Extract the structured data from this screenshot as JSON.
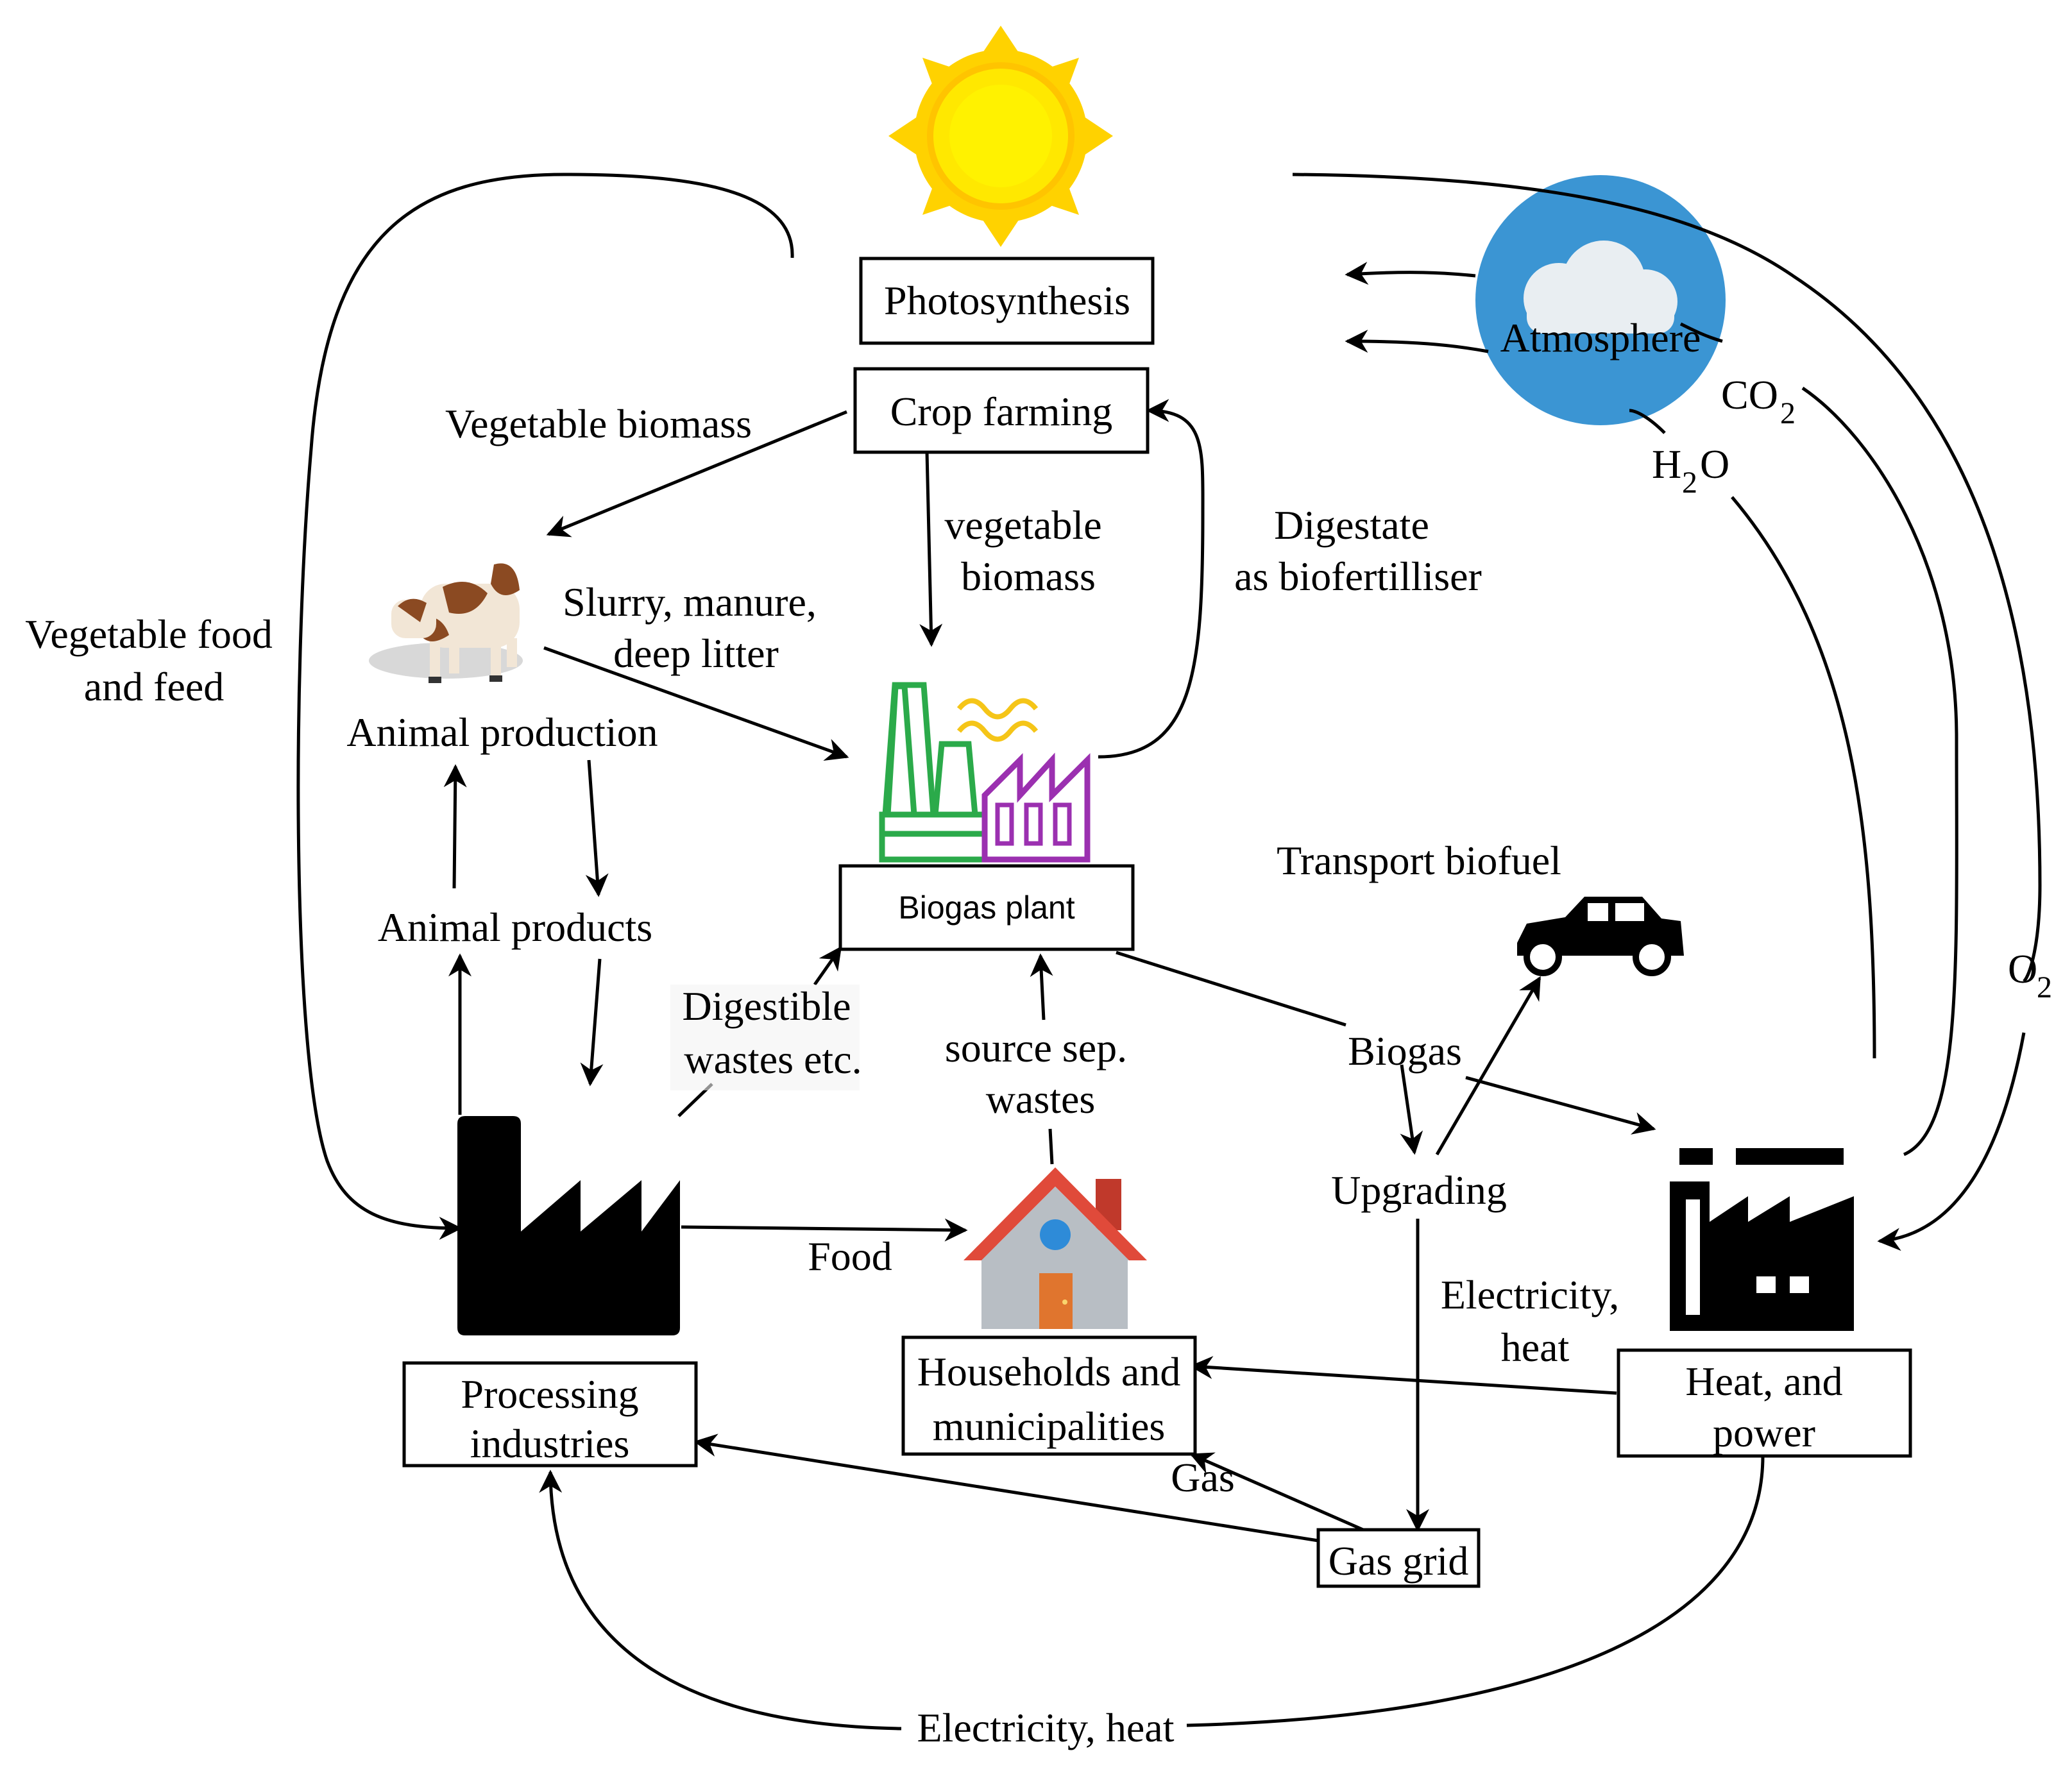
{
  "nodes": {
    "photosynthesis": "Photosynthesis",
    "crop_farming": "Crop farming",
    "animal_production": "Animal production",
    "animal_products": "Animal products",
    "biogas_plant": "Biogas plant",
    "processing_industries": [
      "Processing",
      "industries"
    ],
    "households": [
      "Households and",
      "municipalities"
    ],
    "gas_grid": "Gas grid",
    "heat_power": [
      "Heat, and",
      "power"
    ],
    "upgrading": "Upgrading",
    "atmosphere": "Atmosphere",
    "transport_biofuel": "Transport biofuel",
    "biogas": "Biogas"
  },
  "edge_labels": {
    "vegetable_biomass": "Vegetable biomass",
    "vegetable_biomass_lower": [
      "vegetable",
      "biomass"
    ],
    "digestate": [
      "Digestate",
      "as biofertilliser"
    ],
    "slurry": [
      "Slurry, manure,",
      "deep litter"
    ],
    "vegetable_food": [
      "Vegetable food",
      "and feed"
    ],
    "digestible_wastes": [
      "Digestible",
      "wastes etc."
    ],
    "source_sep": [
      "source sep.",
      "wastes"
    ],
    "food": "Food",
    "electricity_heat_right": [
      "Electricity,",
      "heat"
    ],
    "gas": "Gas",
    "electricity_heat_bottom": "Electricity, heat",
    "co2": "CO",
    "co2_sub": "2",
    "h2o_h": "H",
    "h2o_sub": "2",
    "h2o_o": "O",
    "o2": "O",
    "o2_sub": "2"
  },
  "colors": {
    "sun_outer": "#FFD700",
    "sun_inner": "#FFF000",
    "atmosphere": "#3B95D3",
    "cloud": "#E9EEF2",
    "factory_green": "#2BAA4A",
    "factory_purple": "#9B30B0",
    "waves": "#F5C518",
    "roof": "#E04A3A",
    "house_wall": "#B8BEC4",
    "door": "#E0752E",
    "window": "#2E8BD8",
    "cow_brown": "#8B4A22"
  },
  "icons": [
    "sun-icon",
    "cloud-icon",
    "cow-icon",
    "biogas-factory-icon",
    "processing-factory-icon",
    "house-icon",
    "car-icon",
    "power-plant-icon"
  ]
}
